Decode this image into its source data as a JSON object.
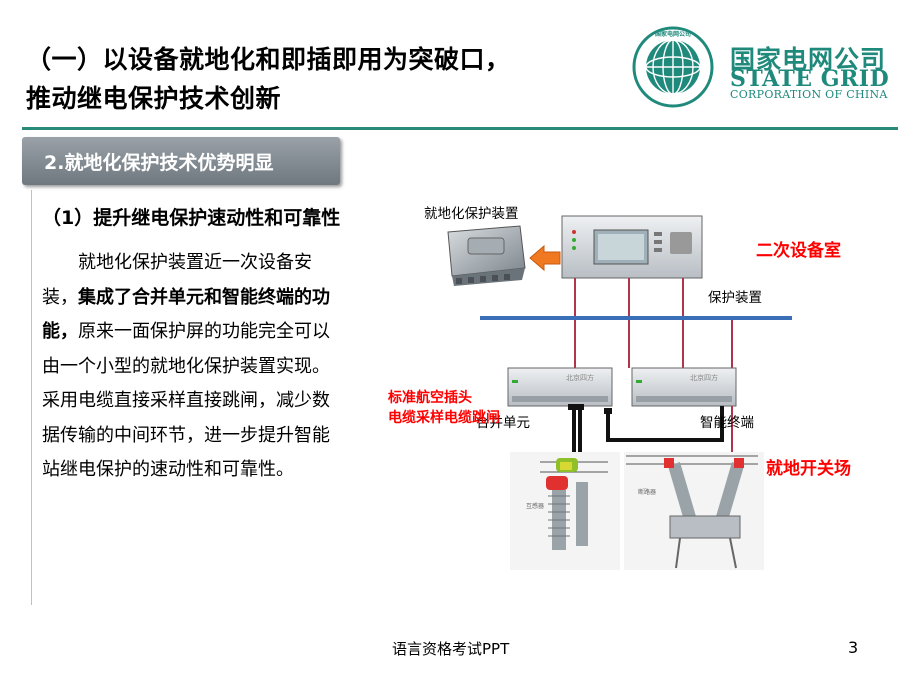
{
  "slide": {
    "title_line1": "（一）以设备就地化和即插即用为突破口，",
    "title_line2": "推动继电保护技术创新",
    "section_header": "2.就地化保护技术优势明显",
    "subheading": "（1）提升继电保护速动性和可靠性",
    "body_part1": "就地化保护装置近一次设备安装，",
    "body_bold": "集成了合并单元和智能终端的功能，",
    "body_part2": "原来一面保护屏的功能完全可以由一个小型的就地化保护装置实现。采用电缆直接采样直接跳闸，减少数据传输的中间环节，进一步提升智能站继电保护的速动性和可靠性。",
    "footer": "语言资格考试PPT",
    "page_number": "3"
  },
  "logo": {
    "name_cn": "国家电网公司",
    "name_en": "STATE GRID",
    "subtitle_en": "CORPORATION OF CHINA",
    "ring_text": "国家电网公司 STATE GRID CORPORATION OF CHINA"
  },
  "diagram": {
    "local_device_label": "就地化保护装置",
    "secondary_room_label": "二次设备室",
    "protection_device_label": "保护装置",
    "merging_unit_label": "合并单元",
    "smart_terminal_label": "智能终端",
    "connector_label": "标准航空插头",
    "cable_label": "电缆采样电缆跳闸",
    "switchyard_label": "就地开关场",
    "device_brand_text": "北京四方",
    "breaker_text": "断路器",
    "ct_text": "互感器",
    "colors": {
      "red": "#ff0000",
      "teal": "#1f8a7c",
      "bus": "#3a6fb8",
      "arrow": "#f07820"
    }
  }
}
